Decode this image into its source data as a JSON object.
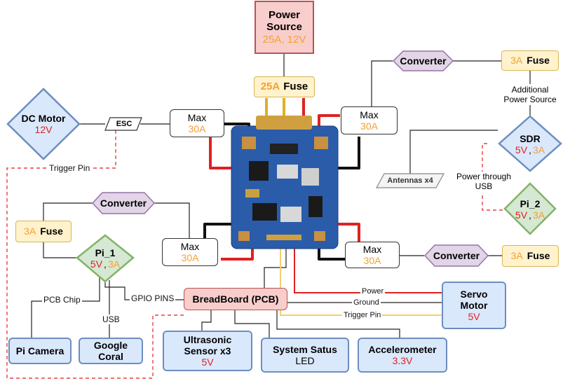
{
  "power_source": {
    "title_line1": "Power",
    "title_line2": "Source",
    "rating": "25A, 12V"
  },
  "main_fuse": {
    "rating": "25A",
    "label": "Fuse"
  },
  "dc_motor": {
    "label": "DC Motor",
    "rating": "12V"
  },
  "esc": {
    "label": "ESC"
  },
  "trigger_pin_label": "Trigger Pin",
  "max_boxes": [
    {
      "label": "Max",
      "rating": "30A"
    },
    {
      "label": "Max",
      "rating": "30A"
    },
    {
      "label": "Max",
      "rating": "30A"
    },
    {
      "label": "Max",
      "rating": "30A"
    }
  ],
  "converters": [
    "Converter",
    "Converter",
    "Converter"
  ],
  "fuses": [
    {
      "rating": "3A",
      "label": "Fuse"
    },
    {
      "rating": "3A",
      "label": "Fuse"
    },
    {
      "rating": "3A",
      "label": "Fuse"
    }
  ],
  "additional_power_label": "Additional\nPower Source",
  "sdr": {
    "label": "SDR",
    "voltage": "5V",
    "current": "3A"
  },
  "antennas": {
    "label": "Antennas x4"
  },
  "power_through_usb": "Power through\nUSB",
  "pi_2": {
    "label": "Pi_2",
    "voltage": "5V",
    "current": "3A"
  },
  "pi_1": {
    "label": "Pi_1",
    "voltage": "5V",
    "current": "3A"
  },
  "pcb_chip_label": "PCB Chip",
  "gpio_pins_label": "GPIO PINS",
  "usb_label": "USB",
  "breadboard": {
    "label": "BreadBoard (PCB)"
  },
  "wires": {
    "power": "Power",
    "ground": "Ground",
    "trigger": "Trigger Pin"
  },
  "servo_motor": {
    "line1": "Servo",
    "line2": "Motor",
    "rating": "5V"
  },
  "pi_camera": {
    "label": "Pi Camera"
  },
  "google_coral": {
    "line1": "Google",
    "line2": "Coral"
  },
  "ultrasonic": {
    "line1": "Ultrasonic",
    "line2": "Sensor x3",
    "rating": "5V"
  },
  "system_status": {
    "label": "System Satus",
    "sub": "LED"
  },
  "accelerometer": {
    "label": "Accelerometer",
    "rating": "3.3V"
  },
  "colors": {
    "blue_fill": "#dae8fc",
    "blue_stroke": "#6c8ebf",
    "green_fill": "#d5e8d4",
    "green_stroke": "#82b366",
    "purple_fill": "#e1d5e7",
    "purple_stroke": "#9673a6",
    "yellow_fill": "#fff2cc",
    "yellow_stroke": "#d6b656",
    "red_fill": "#f8cecc",
    "red_stroke": "#b85450",
    "orange_text": "#f5a030",
    "red_text": "#e02020",
    "pcb_blue": "#2a5caa"
  }
}
